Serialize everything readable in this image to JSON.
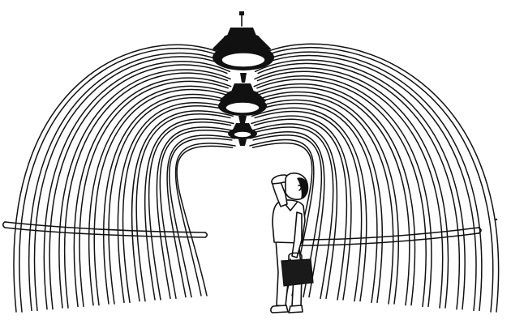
{
  "colors": {
    "paper": "#ffffff",
    "ink": "#111111",
    "briefcase": "#1a1a1a",
    "lamp_glow": "#ffffff"
  },
  "figures": {
    "ribcage": "ribcage-arches",
    "spine": "stacked-ceiling-lamps",
    "person": "man-holding-briefcase-looking-up"
  }
}
